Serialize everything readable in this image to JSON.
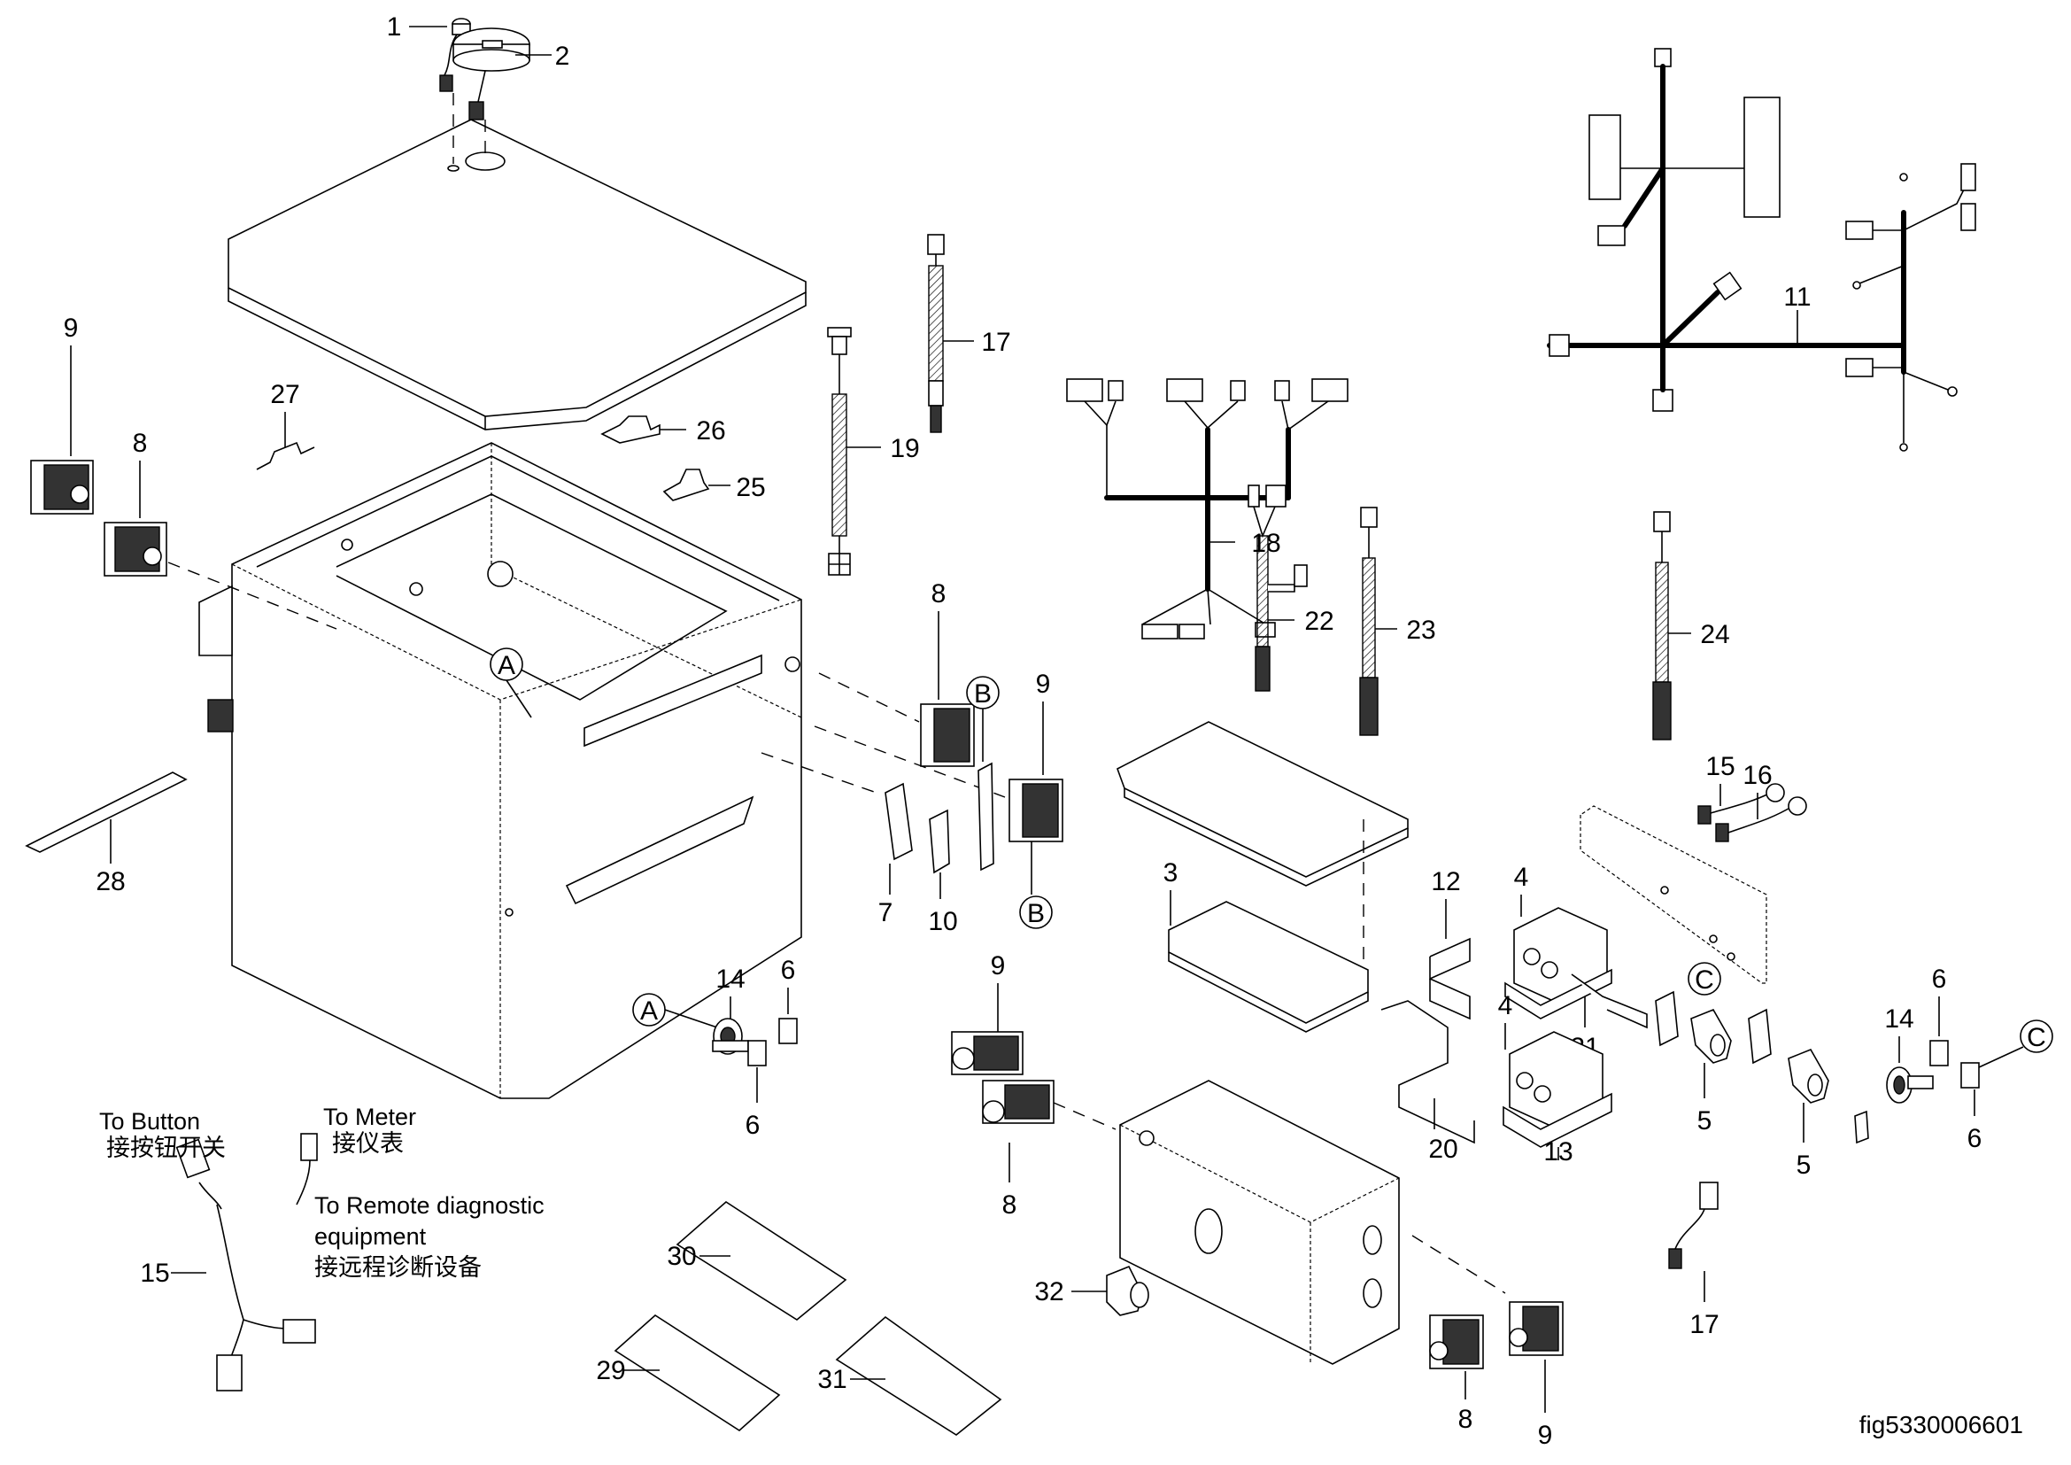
{
  "figure_id": "fig5330006601",
  "callouts": {
    "c1": "1",
    "c2": "2",
    "c3": "3",
    "c4a": "4",
    "c4b": "4",
    "c5a": "5",
    "c5b": "5",
    "c6a": "6",
    "c6b": "6",
    "c6c": "6",
    "c6d": "6",
    "c7": "7",
    "c8a": "8",
    "c8b": "8",
    "c8c": "8",
    "c8d": "8",
    "c9a": "9",
    "c9b": "9",
    "c9c": "9",
    "c9d": "9",
    "c10": "10",
    "c11": "11",
    "c12": "12",
    "c13": "13",
    "c14a": "14",
    "c14b": "14",
    "c15a": "15",
    "c15b": "15",
    "c16": "16",
    "c17a": "17",
    "c17b": "17",
    "c18": "18",
    "c19": "19",
    "c20": "20",
    "c21": "21",
    "c22": "22",
    "c23": "23",
    "c24": "24",
    "c25": "25",
    "c26": "26",
    "c27": "27",
    "c28": "28",
    "c29": "29",
    "c30": "30",
    "c31": "31",
    "c32": "32"
  },
  "reference_markers": {
    "A": "A",
    "B": "B",
    "C": "C"
  },
  "harness_notes": {
    "to_button_en": "To Button",
    "to_button_zh": "接按钮开关",
    "to_meter_en": "To Meter",
    "to_meter_zh": "接仪表",
    "to_remote_en_line1": "To Remote diagnostic",
    "to_remote_en_line2": "equipment",
    "to_remote_zh": "接远程诊断设备"
  }
}
